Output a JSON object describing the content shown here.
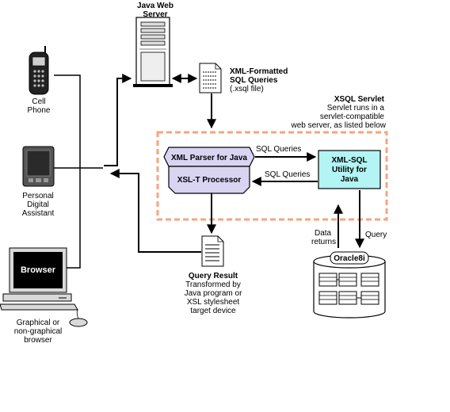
{
  "labels": {
    "server_line1": "Java Web",
    "server_line2": "Server",
    "cell_line1": "Cell",
    "cell_line2": "Phone",
    "pda_line1": "Personal",
    "pda_line2": "Digital",
    "pda_line3": "Assistant",
    "browser_screen": "Browser",
    "browser_cap1": "Graphical or",
    "browser_cap2": "non-graphical",
    "browser_cap3": "browser",
    "xsql_file_line1": "XML-Formatted",
    "xsql_file_line2": "SQL Queries",
    "xsql_file_line3": "(.xsql file)",
    "servlet_title": "XSQL Servlet",
    "servlet_desc1": "Servlet runs in a",
    "servlet_desc2": "servlet-compatible",
    "servlet_desc3": "web server, as listed below",
    "xml_parser": "XML Parser for Java",
    "xslt_processor": "XSL-T Processor",
    "xml_sql_line1": "XML-SQL",
    "xml_sql_line2": "Utility for",
    "xml_sql_line3": "Java",
    "sql_queries_1": "SQL Queries",
    "sql_queries_2": "SQL Queries",
    "data_returns_1": "Data",
    "data_returns_2": "returns",
    "query": "Query",
    "oracle": "Oracle8i",
    "result_line1": "Query Result",
    "result_line2": "Transformed by",
    "result_line3": "Java program or",
    "result_line4": "XSL stylesheet",
    "result_line5": "target device"
  },
  "colors": {
    "dashed_border": "#f4a582",
    "parser_fill": "#d9d4f2",
    "xml_sql_fill": "#b3f4f4",
    "line": "#000000"
  }
}
